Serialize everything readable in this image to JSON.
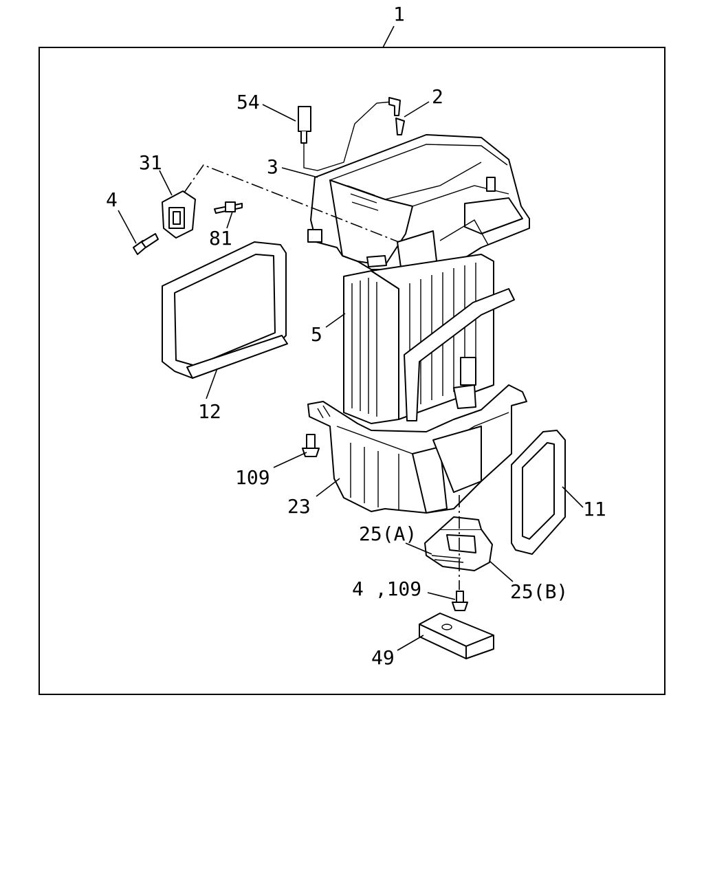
{
  "callouts": {
    "c1": "1",
    "c2": "2",
    "c3": "3",
    "c4": "4",
    "c5": "5",
    "c11": "11",
    "c12": "12",
    "c23": "23",
    "c25a": "25(A)",
    "c25b": "25(B)",
    "c31": "31",
    "c49": "49",
    "c54": "54",
    "c81": "81",
    "c109": "109",
    "c4_109": "4 ,109"
  }
}
